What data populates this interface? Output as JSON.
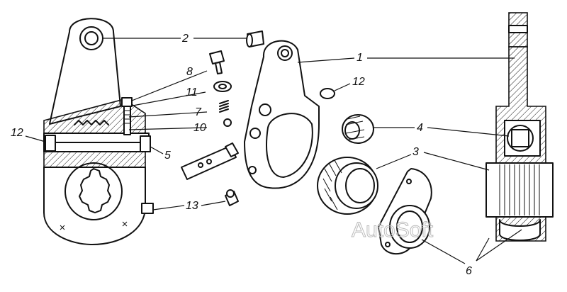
{
  "callouts": {
    "c1": "1",
    "c2": "2",
    "c3": "3",
    "c4": "4",
    "c5": "5",
    "c6": "6",
    "c7": "7",
    "c8": "8",
    "c10": "10",
    "c11": "11",
    "c12_left": "12",
    "c12_right": "12",
    "c13": "13"
  },
  "watermark": "AutoSoft"
}
